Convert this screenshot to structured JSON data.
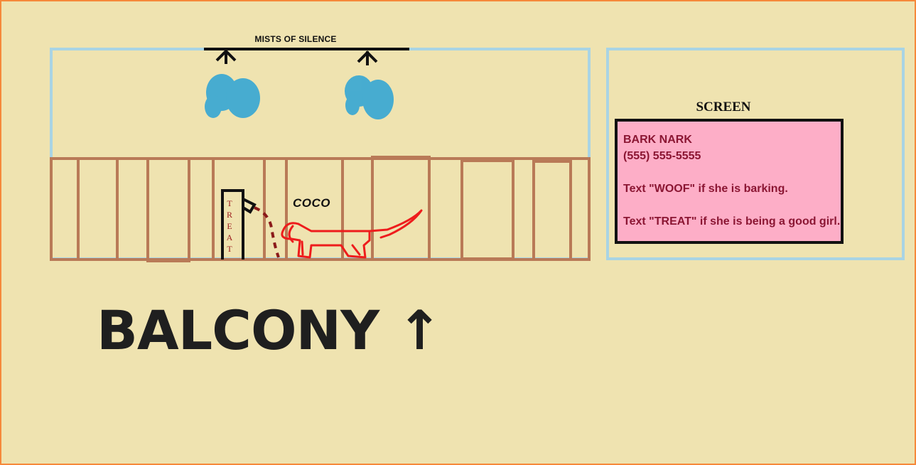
{
  "colors": {
    "background": "#efe3b0",
    "frame": "#f5893a",
    "room_outline": "#a9d4e4",
    "railing": "#b97a57",
    "mist": "#2aa3d6",
    "dog": "#ee1c1c",
    "leash": "#8b1a1a",
    "screen_fill": "#fdaec7",
    "screen_text": "#8b1633"
  },
  "mists": {
    "label": "MISTS OF SILENCE",
    "icon": "sprayer-icon"
  },
  "treat_post": {
    "label": "TREAT"
  },
  "dog": {
    "name": "COCO",
    "icon": "dog-icon"
  },
  "screen": {
    "title": "SCREEN",
    "lines": [
      "BARK NARK",
      "(555) 555-5555",
      "",
      "Text \"WOOF\" if she is barking.",
      "",
      "Text \"TREAT\" if she is being a good girl."
    ]
  },
  "balcony": {
    "label": "BALCONY",
    "arrow": "↑"
  }
}
